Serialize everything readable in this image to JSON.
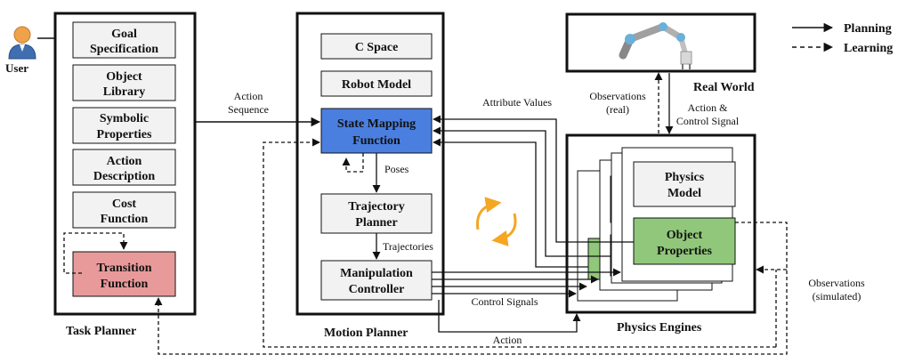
{
  "legend": {
    "planning": "Planning",
    "learning": "Learning"
  },
  "user": {
    "label": "User"
  },
  "task_planner": {
    "title": "Task Planner",
    "items": [
      {
        "line1": "Goal",
        "line2": "Specification"
      },
      {
        "line1": "Object",
        "line2": "Library"
      },
      {
        "line1": "Symbolic",
        "line2": "Properties"
      },
      {
        "line1": "Action",
        "line2": "Description"
      },
      {
        "line1": "Cost",
        "line2": "Function"
      },
      {
        "line1": "Transition",
        "line2": "Function"
      }
    ]
  },
  "motion_planner": {
    "title": "Motion Planner",
    "c_space": "C Space",
    "robot_model": "Robot Model",
    "state_mapping": {
      "line1": "State Mapping",
      "line2": "Function"
    },
    "trajectory_planner": {
      "line1": "Trajectory",
      "line2": "Planner"
    },
    "manipulation_controller": {
      "line1": "Manipulation",
      "line2": "Controller"
    }
  },
  "real_world": {
    "title": "Real World"
  },
  "physics_engines": {
    "title": "Physics Engines",
    "physics_model": {
      "line1": "Physics",
      "line2": "Model"
    },
    "object_properties": {
      "line1": "Object",
      "line2": "Properties"
    }
  },
  "edge_labels": {
    "action_sequence": {
      "line1": "Action",
      "line2": "Sequence"
    },
    "poses": "Poses",
    "trajectories": "Trajectories",
    "attribute_values": "Attribute Values",
    "control_signals": "Control Signals",
    "action": "Action",
    "observations_real": {
      "line1": "Observations",
      "line2": "(real)"
    },
    "action_control": {
      "line1": "Action &",
      "line2": "Control Signal"
    },
    "observations_sim": {
      "line1": "Observations",
      "line2": "(simulated)"
    }
  },
  "colors": {
    "state_mapping": "#4a7fe0",
    "transition": "#e89a9a",
    "object_properties": "#90c77a",
    "box_fill": "#f2f2f2",
    "loop_arrow": "#f5a623"
  }
}
